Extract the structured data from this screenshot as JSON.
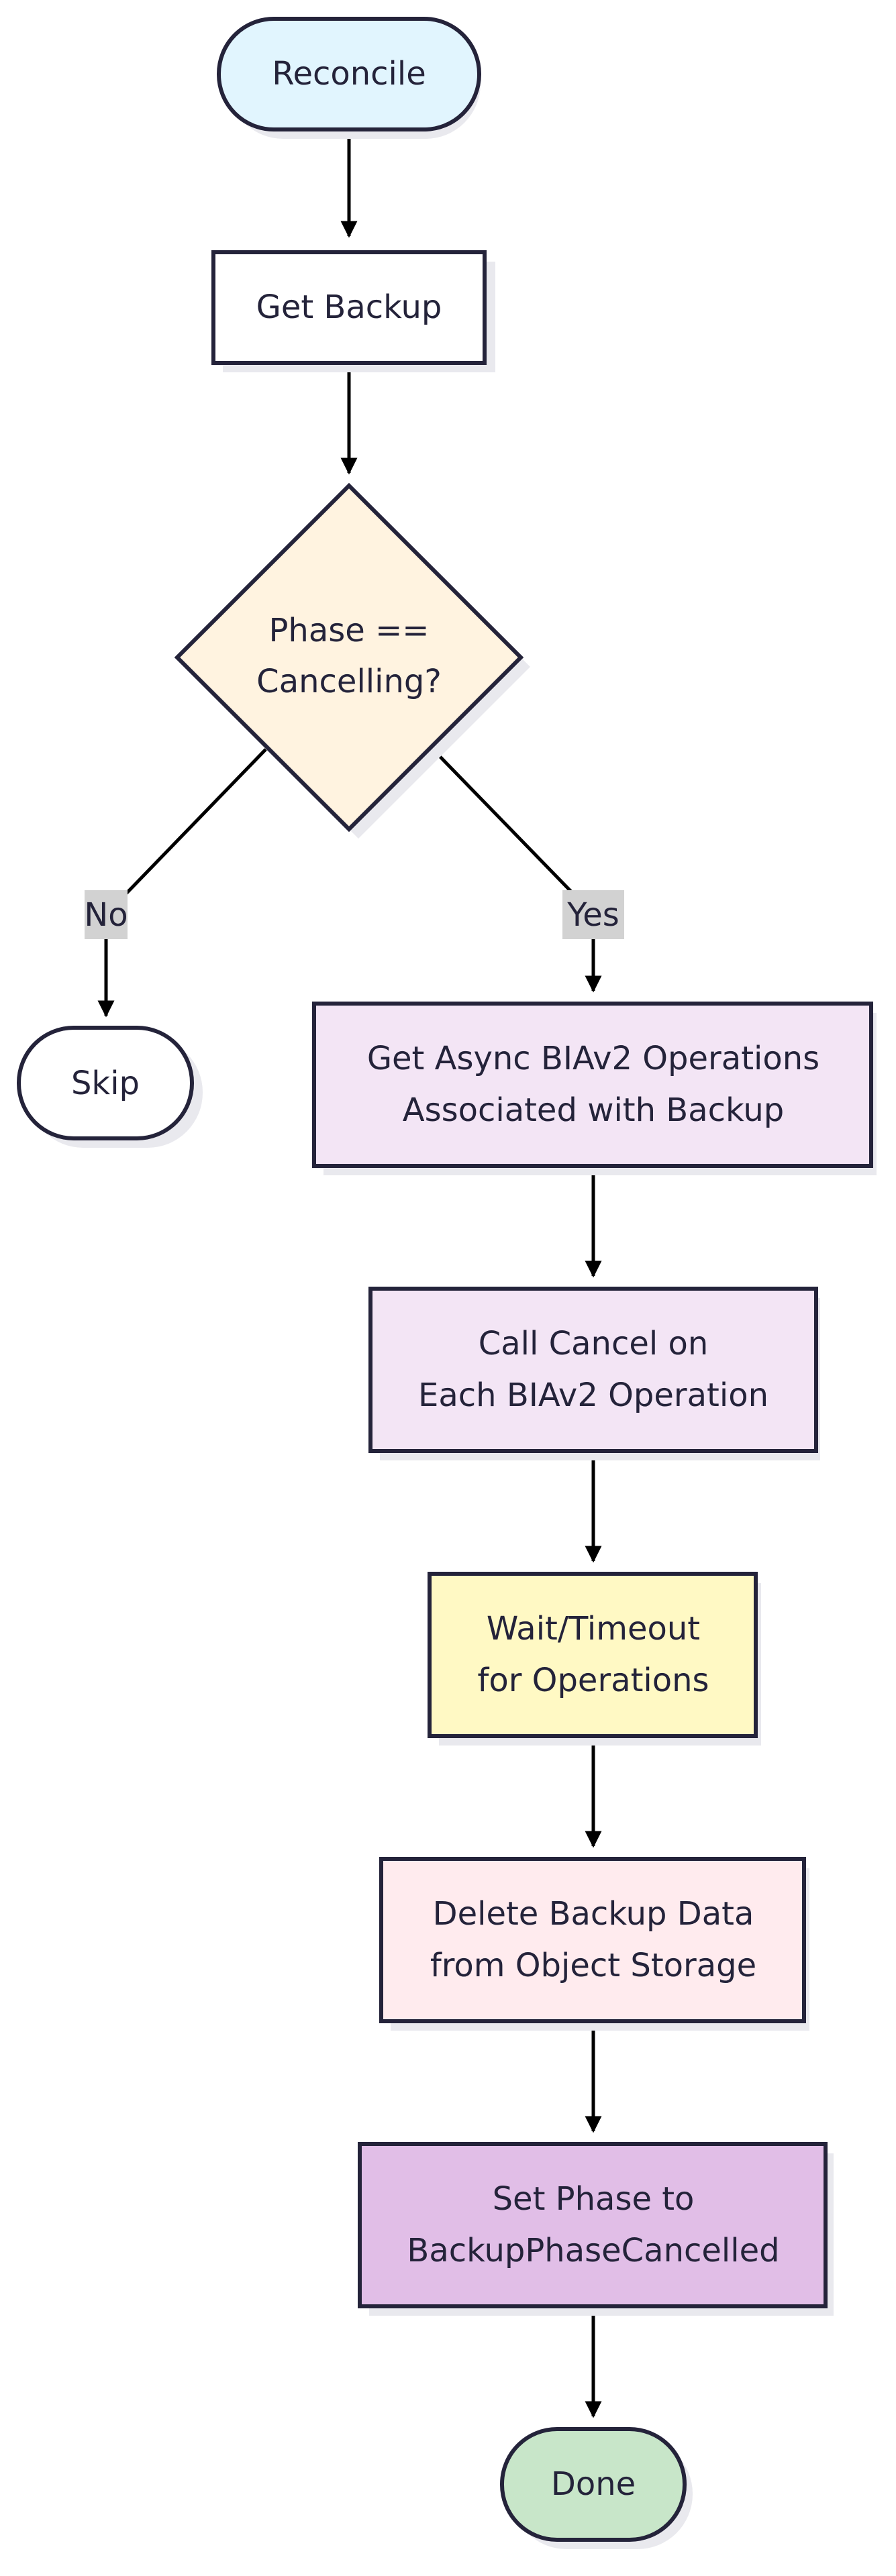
{
  "nodes": {
    "reconcile": {
      "lines": [
        "Reconcile"
      ],
      "fill": "#e1f5fe"
    },
    "get_backup": {
      "lines": [
        "Get Backup"
      ],
      "fill": "#ffffff"
    },
    "phase_check": {
      "lines": [
        "Phase ==",
        "Cancelling?"
      ],
      "fill": "#fff3e0"
    },
    "skip": {
      "lines": [
        "Skip"
      ],
      "fill": "#ffffff"
    },
    "get_ops": {
      "lines": [
        "Get Async BIAv2 Operations",
        "Associated with Backup"
      ],
      "fill": "#f3e5f5"
    },
    "call_cancel": {
      "lines": [
        "Call Cancel on",
        "Each BIAv2 Operation"
      ],
      "fill": "#f3e5f5"
    },
    "wait": {
      "lines": [
        "Wait/Timeout",
        "for Operations"
      ],
      "fill": "#fff9c4"
    },
    "delete": {
      "lines": [
        "Delete Backup Data",
        "from Object Storage"
      ],
      "fill": "#ffebee"
    },
    "set_phase": {
      "lines": [
        "Set Phase to",
        "BackupPhaseCancelled"
      ],
      "fill": "#e1bee7"
    },
    "done": {
      "lines": [
        "Done"
      ],
      "fill": "#c8e6c9"
    }
  },
  "edges": {
    "no_label": "No",
    "yes_label": "Yes"
  },
  "colors": {
    "stroke": "#24233a",
    "arrow": "#000000",
    "label_bg": "#d2d2d2"
  }
}
